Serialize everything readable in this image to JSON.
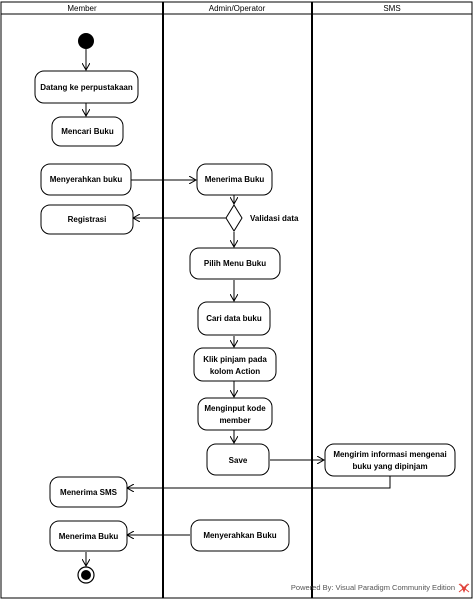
{
  "lanes": {
    "member": "Member",
    "admin": "Admin/Operator",
    "sms": "SMS"
  },
  "nodes": {
    "datang": "Datang ke perpustakaan",
    "mencari": "Mencari Buku",
    "menyerahkan_member": "Menyerahkan buku",
    "menerima_admin": "Menerima Buku",
    "registrasi": "Registrasi",
    "pilih_menu": "Pilih Menu Buku",
    "cari_data": "Cari data buku",
    "klik_pinjam_1": "Klik pinjam pada",
    "klik_pinjam_2": "kolom Action",
    "menginput_1": "Menginput kode",
    "menginput_2": "member",
    "save": "Save",
    "mengirim_1": "Mengirim informasi mengenai",
    "mengirim_2": "buku yang dipinjam",
    "menerima_sms": "Menerima SMS",
    "menyerahkan_admin": "Menyerahkan Buku",
    "menerima_member": "Menerima Buku"
  },
  "guards": {
    "validasi": "Validasi data"
  },
  "footer": {
    "text": "Powered By: Visual Paradigm Community Edition"
  },
  "colors": {
    "node_fill": "#ffffff",
    "stroke": "#000000",
    "logo": "#e0423b"
  }
}
